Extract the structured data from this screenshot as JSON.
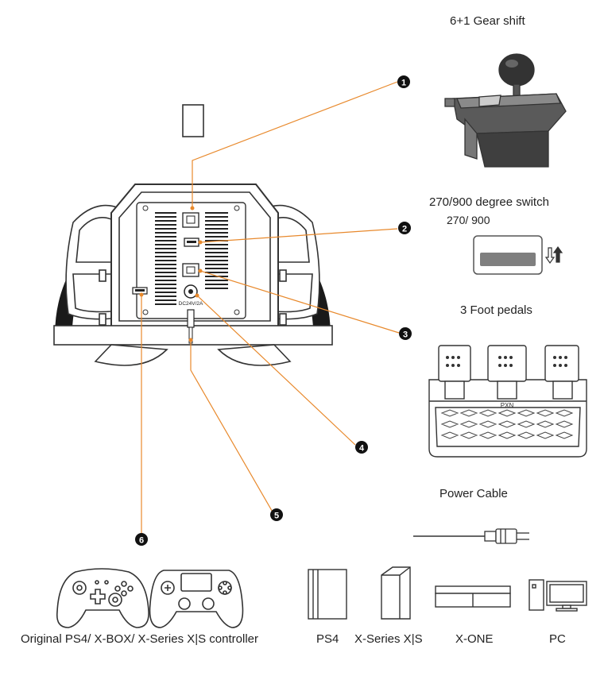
{
  "labels": {
    "gear_shift": "6+1 Gear shift",
    "degree_switch": "270/900 degree switch",
    "degree_values": "270/ 900",
    "foot_pedals": "3 Foot pedals",
    "power_cable": "Power Cable"
  },
  "callouts": [
    {
      "number": "1"
    },
    {
      "number": "2"
    },
    {
      "number": "3"
    },
    {
      "number": "4"
    },
    {
      "number": "5"
    },
    {
      "number": "6"
    }
  ],
  "port_labels": {
    "dc": "DC24V/2A",
    "pedals_brand": "PXN"
  },
  "bottom_labels": {
    "controllers": "Original PS4/ X-BOX/ X-Series X|S controller",
    "ps4": "PS4",
    "xseries": "X-Series X|S",
    "xone": "X-ONE",
    "pc": "PC"
  },
  "colors": {
    "leader": "#e8892c",
    "outline": "#333333",
    "dark": "#1a1a1a",
    "grey": "#7f7f7f"
  },
  "icons": {
    "gear_shift": "gear-shifter-icon",
    "switch": "slider-switch-icon",
    "arrows": "up-down-arrows-icon",
    "pedals": "pedal-set-icon",
    "cable": "power-plug-icon",
    "xbox_controller": "xbox-controller-icon",
    "ps_controller": "ps-controller-icon",
    "ps4_console": "ps4-console-icon",
    "xseries_console": "xseries-console-icon",
    "xone_console": "xone-console-icon",
    "pc": "pc-monitor-icon"
  }
}
